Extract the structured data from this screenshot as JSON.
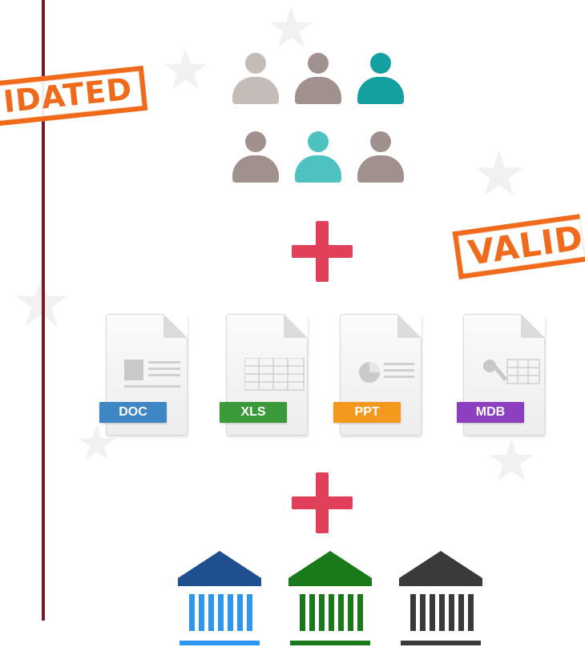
{
  "stamps": {
    "left": "IDATED",
    "right": "VALID"
  },
  "people": [
    {
      "color": "#c4bcb9"
    },
    {
      "color": "#a0918e"
    },
    {
      "color": "#14a0a0"
    },
    {
      "color": "#a0918e"
    },
    {
      "color": "#4ec2c0"
    },
    {
      "color": "#a0918e"
    }
  ],
  "files": [
    {
      "label": "DOC",
      "color": "#3f86c4"
    },
    {
      "label": "XLS",
      "color": "#3a9a3a"
    },
    {
      "label": "PPT",
      "color": "#f39a1e"
    },
    {
      "label": "MDB",
      "color": "#8c3fbf"
    }
  ],
  "institutions": [
    {
      "roof": "#1f4f8f",
      "base": "#2e96ee"
    },
    {
      "roof": "#1a7a1a",
      "base": "#1a7a1a"
    },
    {
      "roof": "#3a3a3a",
      "base": "#3a3a3a"
    }
  ],
  "plus_color": "#e0405a",
  "rule_color": "#7a1a2a"
}
